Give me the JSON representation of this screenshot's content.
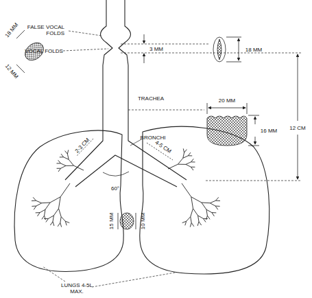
{
  "diagram": {
    "labels": [
      "FALSE VOCAL FOLDS",
      "VOCAL FOLDS",
      "3 MM",
      "18 MM",
      "20 MM",
      "16 MM",
      "12 CM",
      "TRACHEA",
      "BRONCHI",
      "18 MM",
      "12 MM",
      "2-3 CM",
      "4-5 CM",
      "60°",
      "15 MM",
      "10 MM",
      "LUNGS 4-5L MAX."
    ]
  }
}
